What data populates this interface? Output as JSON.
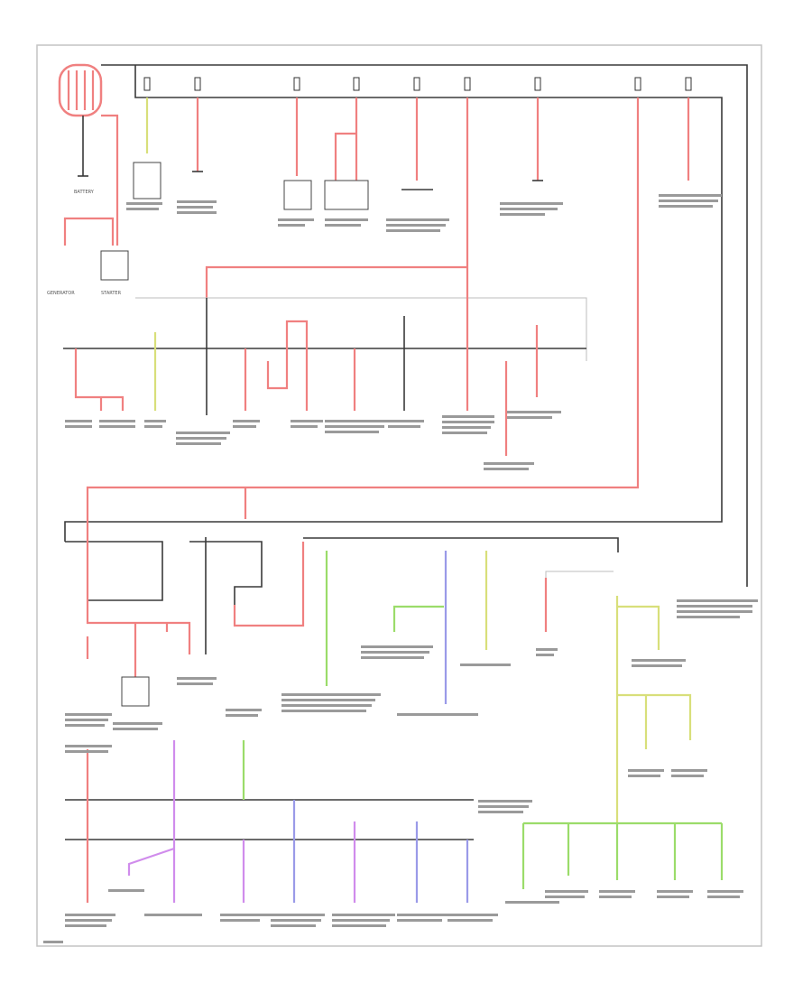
{
  "diagram": {
    "title": "",
    "page_number": "",
    "colors": {
      "power_feed": "#f08080",
      "ground_circuit": "#3a3a3a",
      "green_circuit": "#9bdc6a",
      "yellow_circuit": "#d8df7a",
      "blue_circuit": "#9a9ae8",
      "purple_circuit": "#d08cec"
    }
  },
  "labels": {
    "battery": "BATTERY",
    "generator": "GENERATOR",
    "starter": "STARTER"
  }
}
